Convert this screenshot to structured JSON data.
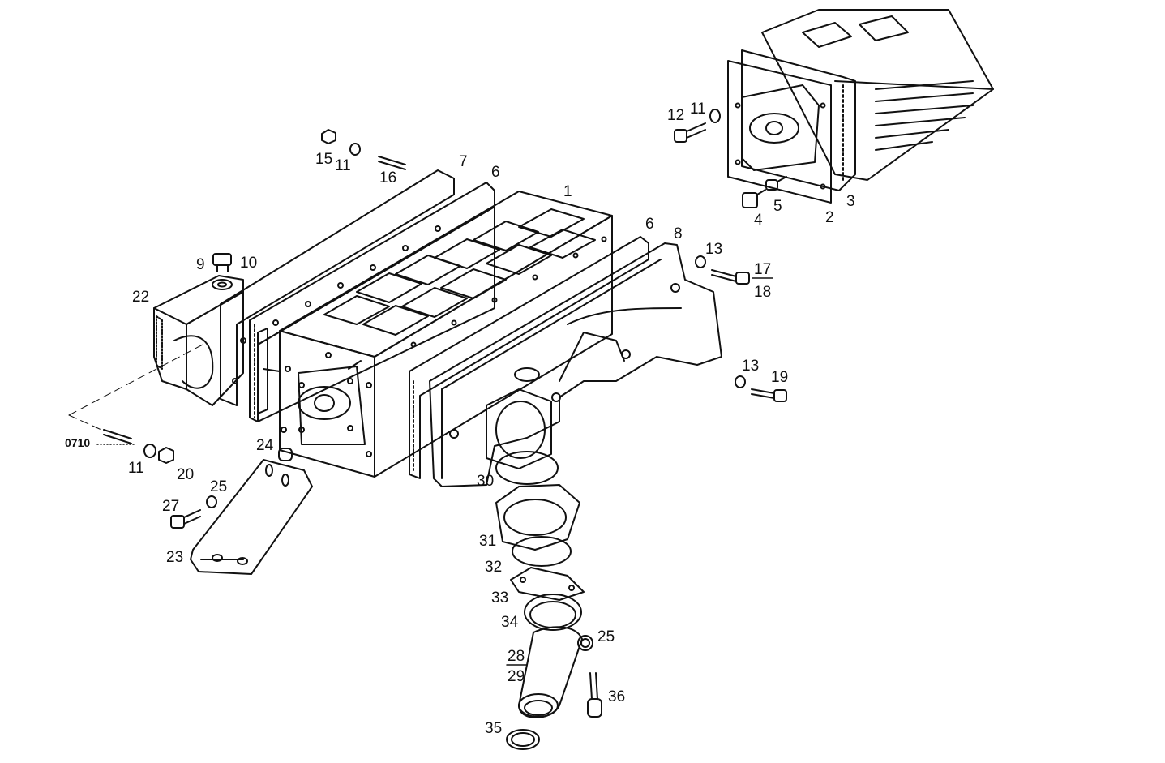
{
  "diagram": {
    "line_color": "#111111",
    "background": "#ffffff",
    "callouts": {
      "c1": "1",
      "c2": "2",
      "c3": "3",
      "c4": "4",
      "c5": "5",
      "c6a": "6",
      "c6b": "6",
      "c7": "7",
      "c8": "8",
      "c9": "9",
      "c10": "10",
      "c11a": "11",
      "c11b": "11",
      "c11c": "11",
      "c12": "12",
      "c13a": "13",
      "c13b": "13",
      "c15": "15",
      "c16": "16",
      "c17": "17",
      "c18": "18",
      "c19": "19",
      "c20": "20",
      "c22": "22",
      "c23": "23",
      "c24": "24",
      "c25a": "25",
      "c25b": "25",
      "c27": "27",
      "c28": "28",
      "c29": "29",
      "c30": "30",
      "c31": "31",
      "c32": "32",
      "c33": "33",
      "c34": "34",
      "c35": "35",
      "c36": "36",
      "ref": "0710"
    }
  }
}
